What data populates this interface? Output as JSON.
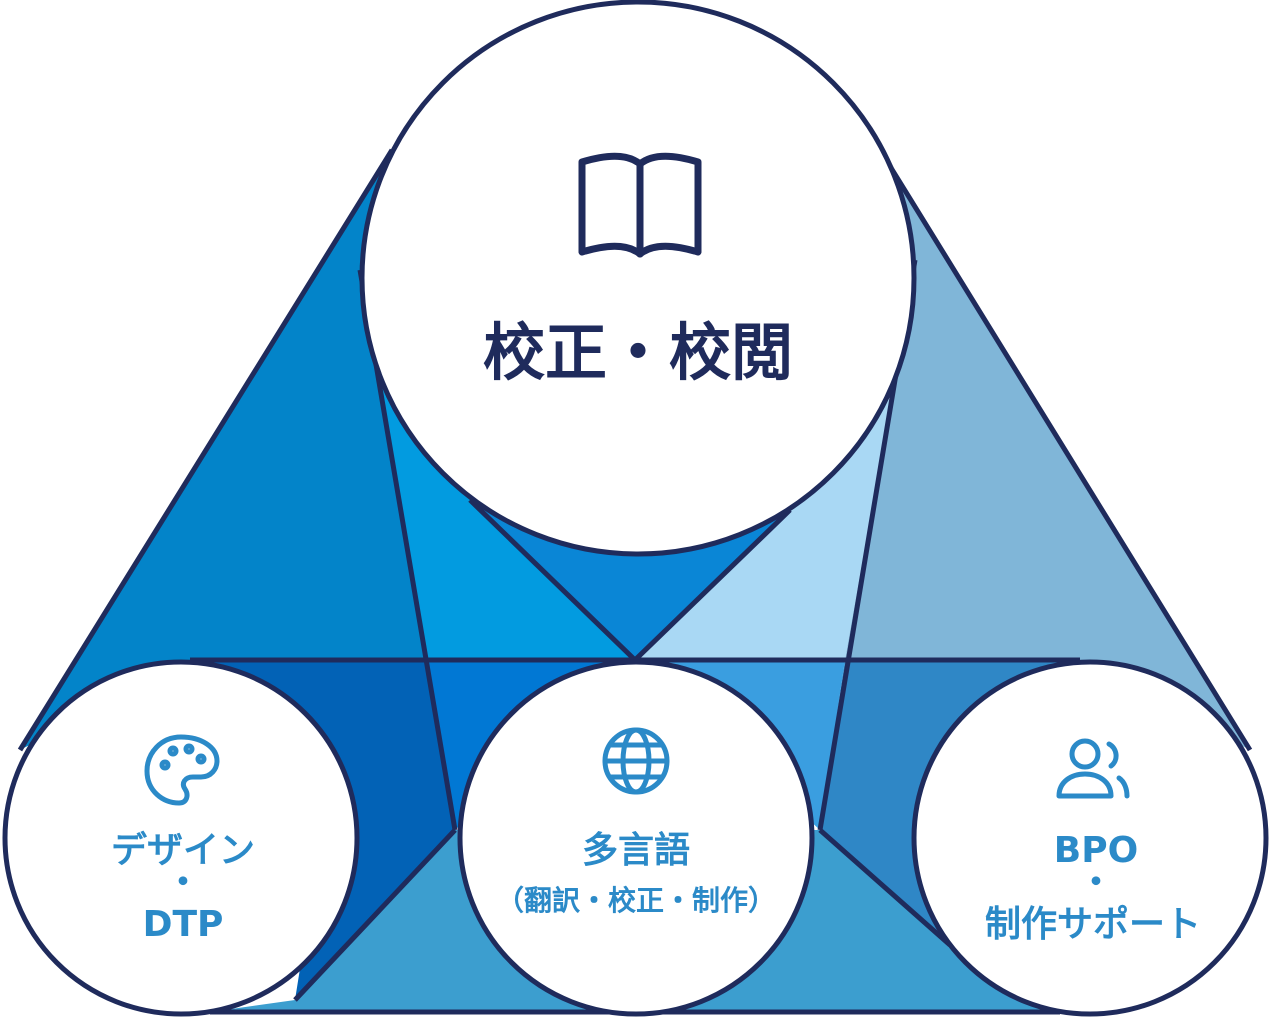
{
  "colors": {
    "outline": "#1f2b5c",
    "main_text": "#1f2b5c",
    "sub_text": "#2b8ac8",
    "left_band": "#0384c9",
    "left_inner": "#029be0",
    "center_wedge": "#0a86d6",
    "right_inner": "#a9d8f4",
    "right_band": "#80b6d8",
    "bottom_left": "#0262b6",
    "bottom_left_mid": "#0178d4",
    "bottom_right_mid": "#3a9ee0",
    "bottom_right": "#2f87c6",
    "bottom_band": "#3c9ecf",
    "circle_fill": "#ffffff"
  },
  "nodes": {
    "top": {
      "icon": "book-icon",
      "label": "校正・校閲"
    },
    "left": {
      "icon": "palette-icon",
      "line1": "デザイン",
      "line2": "・",
      "line3": "DTP"
    },
    "center": {
      "icon": "globe-icon",
      "line1": "多言語",
      "line2": "（翻訳・校正・制作）"
    },
    "right": {
      "icon": "users-icon",
      "line1": "BPO",
      "line2": "・",
      "line3": "制作サポート"
    }
  }
}
